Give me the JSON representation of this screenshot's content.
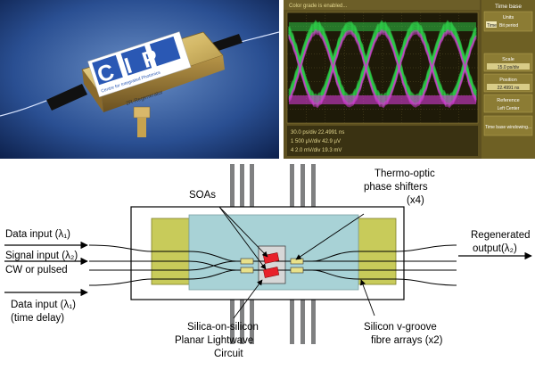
{
  "photo": {
    "logo_text": "CIP",
    "logo_subtitle": "Centre for Integrated Photonics",
    "module_label": "2R-Regenerator"
  },
  "scope": {
    "top_banner": "Color grade is enabled...",
    "panel_title": "Time base",
    "panel_buttons": [
      {
        "label": "Units",
        "value": "Bit period",
        "tag": "Time"
      },
      {
        "label": "Scale",
        "value": "15.0 ps/div"
      },
      {
        "label": "Position",
        "value": "22.4991 ns"
      },
      {
        "label": "Reference",
        "value": "Left  Center"
      },
      {
        "label": "Time base windowing...",
        "value": ""
      }
    ],
    "readout_line1": "30.0 ps/div        22.4991 ns",
    "readout_line2": "1   500 µV/div   42.9 µV",
    "readout_line3": "4   2.0 mV/div   19.3 mV"
  },
  "diagram": {
    "labels": {
      "data_input": "Data input (λ₁)",
      "signal_input": "Signal input (λ₂)",
      "cw_or_pulsed": "CW or pulsed",
      "data_input_delay_1": "Data input (λ₁)",
      "data_input_delay_2": "(time delay)",
      "soas": "SOAs",
      "thermo_1": "Thermo-optic",
      "thermo_2": "phase shifters",
      "thermo_3": "(x4)",
      "regen_1": "Regenerated",
      "regen_2": "output(λ₂)",
      "plc_1": "Silica-on-silicon",
      "plc_2": "Planar Lightwave",
      "plc_3": "Circuit",
      "vgroove_1": "Silicon v-groove",
      "vgroove_2": "fibre arrays (x2)"
    }
  },
  "colors": {
    "chip": "#a8d2d6",
    "vgroove": "#c8cb5a",
    "soa": "#e8202a",
    "heater": "#e8e18a",
    "scope_bg": "#5d5020",
    "eye_green": "#2dd24a",
    "eye_magenta": "#d23ad2"
  }
}
